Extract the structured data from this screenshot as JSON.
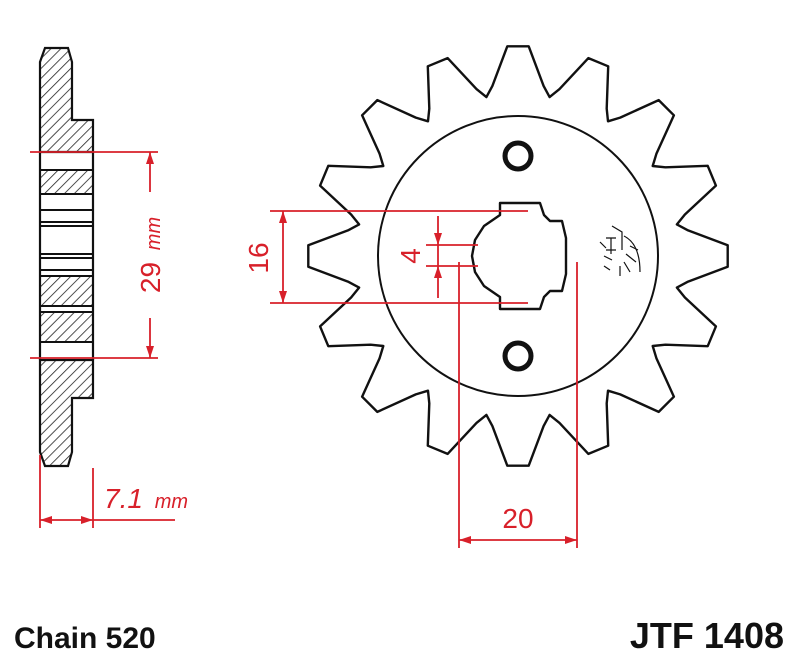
{
  "colors": {
    "outline": "#111111",
    "dimension": "#d8202a",
    "hatch": "#222222",
    "background": "#ffffff"
  },
  "sprocket": {
    "teeth": 16
  },
  "dimensions": {
    "bore_height": "16",
    "keyway_width": "4",
    "bolt_spacing": "29",
    "bolt_spacing_unit": "mm",
    "thickness": "7.1",
    "thickness_unit": "mm",
    "bore_width": "20"
  },
  "caption": {
    "chain": "Chain 520",
    "part_number": "JTF 1408"
  }
}
